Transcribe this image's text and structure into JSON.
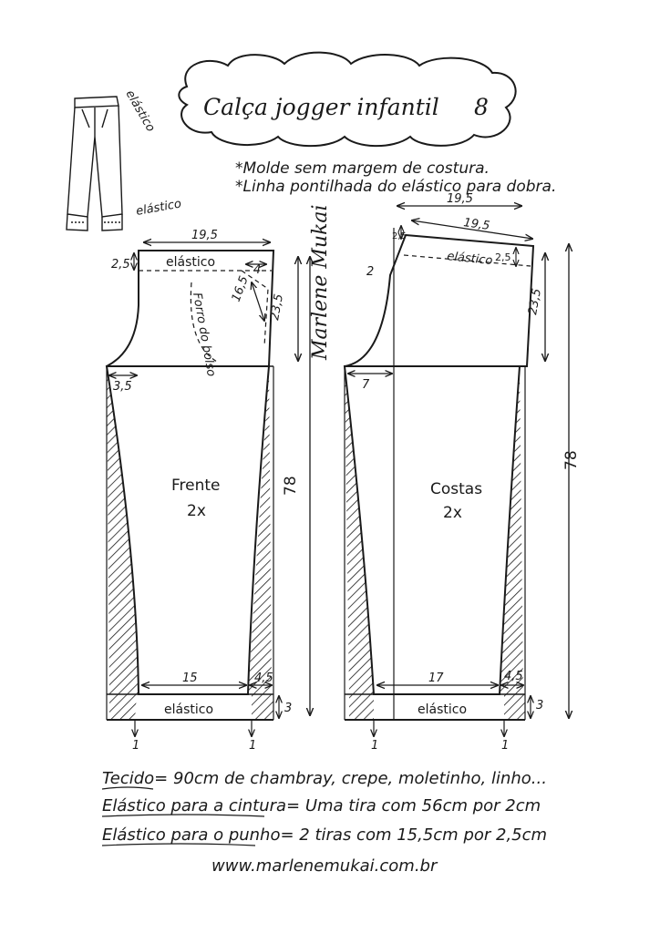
{
  "title": "Calça jogger infantil",
  "size": "8",
  "notes": [
    "*Molde sem margem de costura.",
    "*Linha pontilhada do elástico para dobra."
  ],
  "sketch": {
    "elastic_top": "elástico",
    "elastic_bottom": "elástico"
  },
  "front": {
    "name": "Frente",
    "count": "2x",
    "waist_width": "19,5",
    "waistband_height": "2,5",
    "waistband_label": "elástico",
    "pocket_top": "4",
    "pocket_diag": "16,5",
    "pocket_label": "Forro do bolso",
    "rise": "23,5",
    "crotch_ext": "3,5",
    "length": "78",
    "hem_width": "15",
    "hem_side": "4,5",
    "cuff_label": "elástico",
    "cuff_height": "3",
    "grain_left": "1",
    "grain_right": "1"
  },
  "back": {
    "name": "Costas",
    "count": "2x",
    "waist_width_1": "19,5",
    "waist_width_2": "19,5",
    "waist_left": "2,5",
    "waistband_height": "2,5",
    "waistband_label": "elástico",
    "center_rise": "2",
    "rise": "23,5",
    "crotch_ext": "7",
    "length": "78",
    "hem_width": "17",
    "hem_side": "4,5",
    "cuff_label": "elástico",
    "cuff_height": "3",
    "grain_left": "1",
    "grain_right": "1"
  },
  "signature": "Marlene Mukai",
  "footer": {
    "fabric": "Tecido= 90cm de chambray, crepe, moletinho, linho...",
    "waist_elastic": "Elástico para a cintura= Uma tira com 56cm por 2cm",
    "cuff_elastic": "Elástico para o punho= 2 tiras com 15,5cm por 2,5cm",
    "website": "www.marlenemukai.com.br"
  }
}
